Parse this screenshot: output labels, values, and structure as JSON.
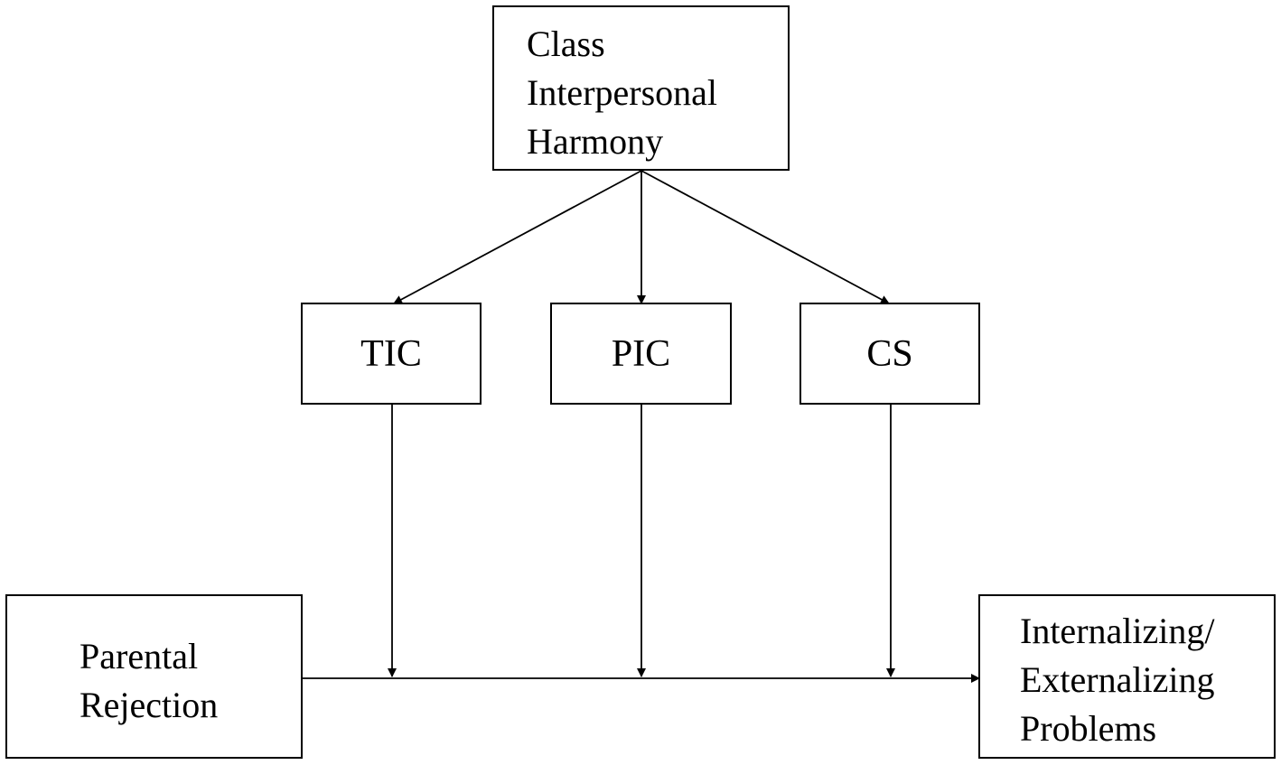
{
  "diagram": {
    "nodes": {
      "class_interpersonal_harmony": {
        "lines": [
          "Class",
          "Interpersonal",
          "Harmony"
        ]
      },
      "tic": {
        "label": "TIC"
      },
      "pic": {
        "label": "PIC"
      },
      "cs": {
        "label": "CS"
      },
      "parental_rejection": {
        "lines": [
          "Parental",
          "Rejection"
        ]
      },
      "internalizing_externalizing_problems": {
        "lines": [
          "Internalizing/",
          "Externalizing",
          "Problems"
        ]
      }
    },
    "edges": [
      {
        "from": "Class Interpersonal Harmony",
        "to": "TIC"
      },
      {
        "from": "Class Interpersonal Harmony",
        "to": "PIC"
      },
      {
        "from": "Class Interpersonal Harmony",
        "to": "CS"
      },
      {
        "from": "Parental Rejection",
        "to": "Internalizing/Externalizing Problems"
      },
      {
        "from": "TIC",
        "to": "Parental Rejection → Internalizing/Externalizing Problems"
      },
      {
        "from": "PIC",
        "to": "Parental Rejection → Internalizing/Externalizing Problems"
      },
      {
        "from": "CS",
        "to": "Parental Rejection → Internalizing/Externalizing Problems"
      }
    ]
  }
}
